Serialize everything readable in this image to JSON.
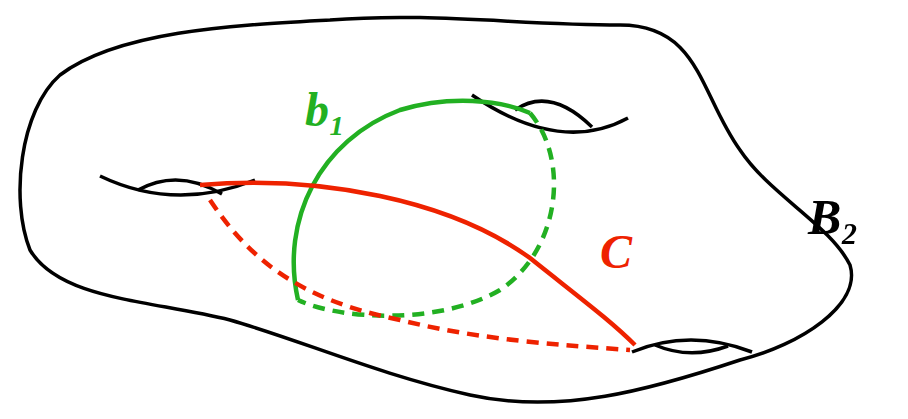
{
  "diagram": {
    "labels": [
      "b₁",
      "C",
      "B₂"
    ]
  }
}
